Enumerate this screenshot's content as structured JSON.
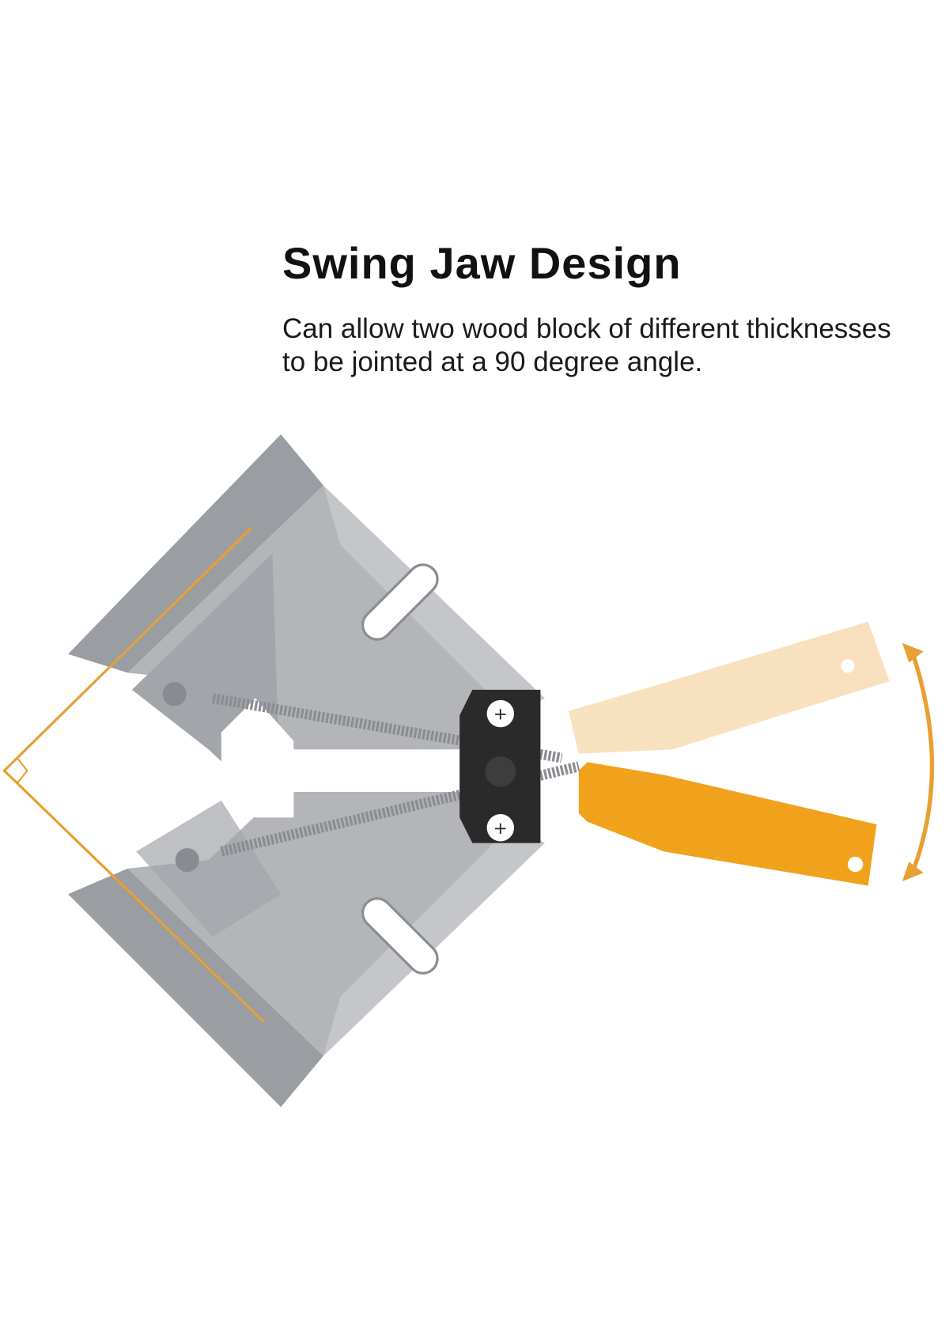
{
  "heading": "Swing Jaw Design",
  "description_lines": [
    "Can allow two wood block of different thicknesses",
    "to be jointed at a 90 degree angle."
  ],
  "colors": {
    "metal": "#a9abae",
    "metal_dark": "#8d9094",
    "handle": "#f0a21c",
    "handle_faded": "#f8dcb0",
    "outline": "#e8a032",
    "block": "#2a2a2a"
  }
}
